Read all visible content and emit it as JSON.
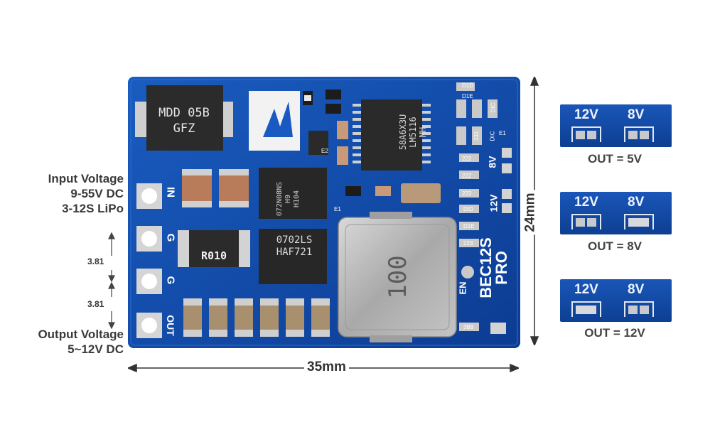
{
  "input_label": {
    "line1": "Input Voltage",
    "line2": "9-55V DC",
    "line3": "3-12S LiPo"
  },
  "output_label": {
    "line1": "Output Voltage",
    "line2": "5~12V DC"
  },
  "pin_spacing": [
    "3.81",
    "3.81"
  ],
  "width_dimension": "35mm",
  "height_dimension": "24mm",
  "board": {
    "pins": [
      "IN",
      "G",
      "G",
      "OUT"
    ],
    "diode_marking": [
      "MDD 05B",
      "GFZ"
    ],
    "chip_marking": [
      "58A6X3U",
      "LM5116",
      "MH"
    ],
    "mosfet1_marking": [
      "072N08NS",
      "H9",
      "H104"
    ],
    "mosfet2_marking": [
      "0702LS",
      "HAF721"
    ],
    "resistor_marking": "R010",
    "inductor_marking": "100",
    "model": [
      "BEC12S",
      "PRO"
    ],
    "en_label": "EN",
    "jumper_labels": [
      "8V",
      "12V"
    ],
    "small_marks": [
      "DIC",
      "332",
      "DIC",
      "E1",
      "222",
      "222",
      "223",
      "DID",
      "D1E",
      "223",
      "D1D",
      "D1E",
      "3B8",
      "E1",
      "E2"
    ]
  },
  "settings": [
    {
      "left": "12V",
      "right": "8V",
      "caption": "OUT = 5V",
      "bridged": "none"
    },
    {
      "left": "12V",
      "right": "8V",
      "caption": "OUT = 8V",
      "bridged": "8V"
    },
    {
      "left": "12V",
      "right": "8V",
      "caption": "OUT = 12V",
      "bridged": "12V"
    }
  ],
  "colors": {
    "pcb": "#0f4aa8",
    "silkscreen": "#ffffff",
    "text": "#3a3a3a"
  }
}
